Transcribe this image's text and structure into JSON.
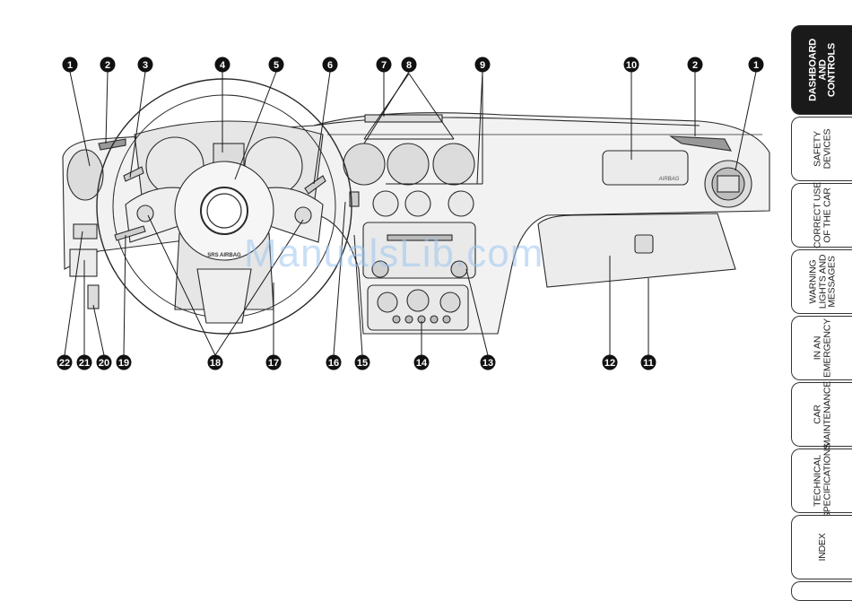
{
  "callouts_top": [
    "1",
    "2",
    "3",
    "4",
    "5",
    "6",
    "7",
    "8",
    "9",
    "10",
    "2",
    "1"
  ],
  "callouts_bottom": [
    "22",
    "21",
    "20",
    "19",
    "18",
    "17",
    "16",
    "15",
    "14",
    "13",
    "12",
    "11"
  ],
  "steering_hub_text": "SRS AIRBAG",
  "dash_airbag_text": "AIRBAG",
  "watermark": "ManualsLib.com",
  "tabs": [
    {
      "label": "DASHBOARD\nAND\nCONTROLS",
      "active": true
    },
    {
      "label": "SAFETY\nDEVICES",
      "active": false
    },
    {
      "label": "CORRECT USE\nOF THE CAR",
      "active": false
    },
    {
      "label": "WARNING\nLIGHTS AND\nMESSAGES",
      "active": false
    },
    {
      "label": "IN AN\nEMERGENCY",
      "active": false
    },
    {
      "label": "CAR\nMAINTENANCE",
      "active": false
    },
    {
      "label": "TECHNICAL\nSPECIFICATIONS",
      "active": false
    },
    {
      "label": "INDEX",
      "active": false
    },
    {
      "label": "",
      "active": false
    }
  ],
  "colors": {
    "line": "#2a2a2a",
    "fill": "#f2f2f2",
    "shade": "#dcdcdc",
    "active_tab": "#1a1a1a"
  }
}
